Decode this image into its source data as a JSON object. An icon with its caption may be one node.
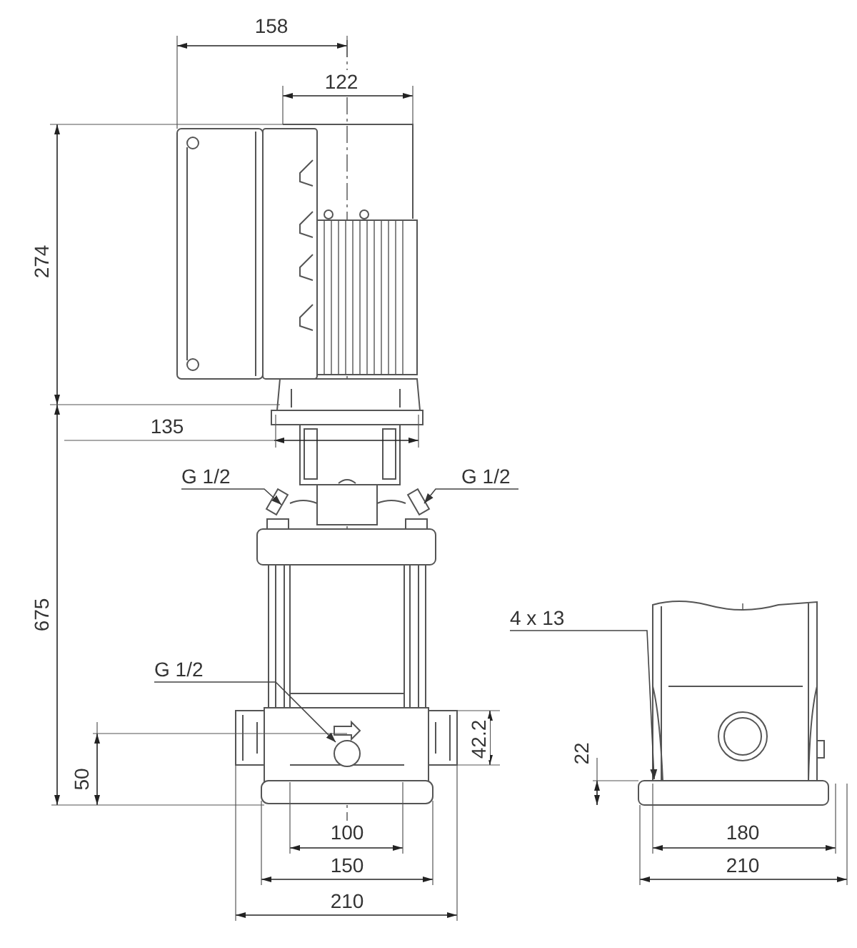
{
  "diagram": {
    "nodes": [
      {
        "text": [
          "G 1/2"
        ]
      },
      {
        "text": [
          "G 1/2"
        ]
      },
      {
        "text": [
          "4 x 13"
        ]
      },
      {
        "text": [
          "G 1/2"
        ]
      }
    ],
    "edges": [
      {
        "from": 0,
        "to": null,
        "arrow": "to"
      },
      {
        "from": 1,
        "to": null,
        "arrow": "to"
      },
      {
        "from": 2,
        "to": null,
        "arrow": "to"
      },
      {
        "from": 3,
        "to": null,
        "arrow": "to"
      }
    ],
    "labels": [
      "158",
      "122",
      "274",
      "135",
      "675",
      "42.2",
      "22",
      "50",
      "100",
      "180",
      "150",
      "210",
      "210"
    ]
  }
}
